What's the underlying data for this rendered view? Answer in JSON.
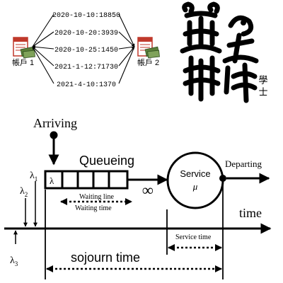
{
  "transfers": {
    "left_account_label": "帳戶 1",
    "right_account_label": "帳戶 2",
    "records": [
      {
        "text": "2020-10-10:18850",
        "direction": "right"
      },
      {
        "text": "2020-10-20:3939",
        "direction": "right"
      },
      {
        "text": "2020-10-25:1450",
        "direction": "left"
      },
      {
        "text": "2021-1-12:71730",
        "direction": "right"
      },
      {
        "text": "2021-4-10:1370",
        "direction": "left"
      }
    ]
  },
  "logo": {
    "script_text": "學士"
  },
  "queue": {
    "arriving": "Arriving",
    "queueing": "Queueing",
    "lambda_cell": "λ",
    "infinity": "∞",
    "service_label": "Service",
    "service_rate": "μ",
    "departing": "Departing",
    "waiting_line": "Waiting line",
    "waiting_time": "Waiting time",
    "time_axis": "time",
    "service_time": "Service time",
    "sojourn_time": "sojourn time",
    "lambda_labels": [
      {
        "base": "λ",
        "sub": "1"
      },
      {
        "base": "λ",
        "sub": "2"
      },
      {
        "base": "λ",
        "sub": "3"
      }
    ]
  },
  "colors": {
    "ink": "#000000",
    "book_red": "#c0392b",
    "money_green": "#5b7f3a"
  }
}
